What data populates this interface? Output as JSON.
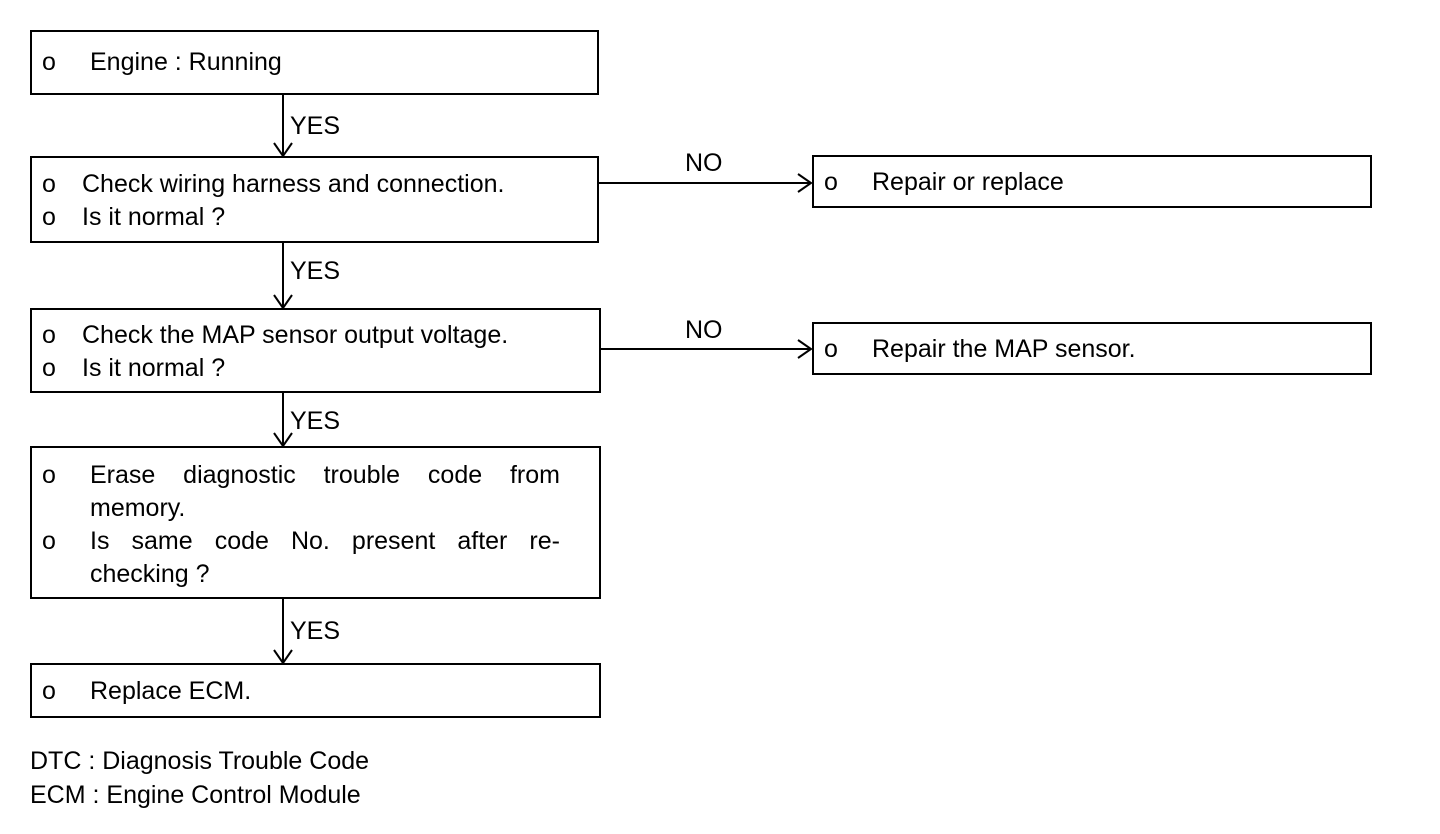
{
  "bullet": "o",
  "boxes": {
    "engine": {
      "items": [
        "Engine : Running"
      ]
    },
    "wiring": {
      "items": [
        "Check wiring harness and connection.",
        "Is it normal ?"
      ]
    },
    "map": {
      "items": [
        "Check the MAP sensor output voltage.",
        "Is it normal ?"
      ]
    },
    "erase": {
      "items": [
        "Erase diagnostic trouble code from memory.",
        "Is same code No. present after re-checking ?"
      ]
    },
    "replace_ecm": {
      "items": [
        "Replace ECM."
      ]
    },
    "repair_replace": {
      "items": [
        "Repair or replace"
      ]
    },
    "repair_map": {
      "items": [
        "Repair the MAP sensor."
      ]
    }
  },
  "labels": {
    "yes": "YES",
    "no": "NO"
  },
  "legend": [
    "DTC : Diagnosis Trouble Code",
    "ECM : Engine Control Module"
  ]
}
